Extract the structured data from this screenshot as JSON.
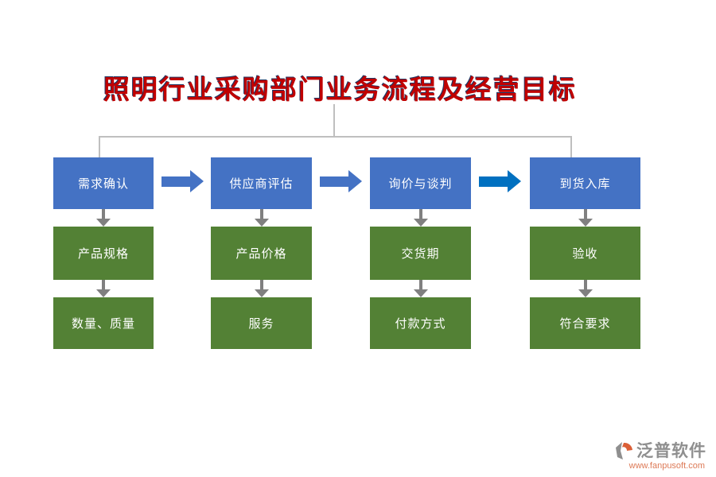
{
  "title": "照明行业采购部门业务流程及经营目标",
  "colors": {
    "title-red": "#C00000",
    "title-shadow": "#1F3864",
    "box-blue": "#4472C4",
    "box-green": "#538135",
    "arrow-blue": "#4472C4",
    "arrow-hi": "#0070C0",
    "arrow-gray": "#808080",
    "bracket-gray": "#BFBFBF",
    "logo-gray": "#8F8F8F",
    "logo-orange": "#DD7A57"
  },
  "columns": [
    {
      "step": "需求确认",
      "targets": [
        "产品规格",
        "数量、质量"
      ]
    },
    {
      "step": "供应商评估",
      "targets": [
        "产品价格",
        "服务"
      ]
    },
    {
      "step": "询价与谈判",
      "targets": [
        "交货期",
        "付款方式"
      ]
    },
    {
      "step": "到货入库",
      "targets": [
        "验收",
        "符合要求"
      ]
    }
  ],
  "logo": {
    "name": "泛普软件",
    "url": "www.fanpusoft.com"
  }
}
